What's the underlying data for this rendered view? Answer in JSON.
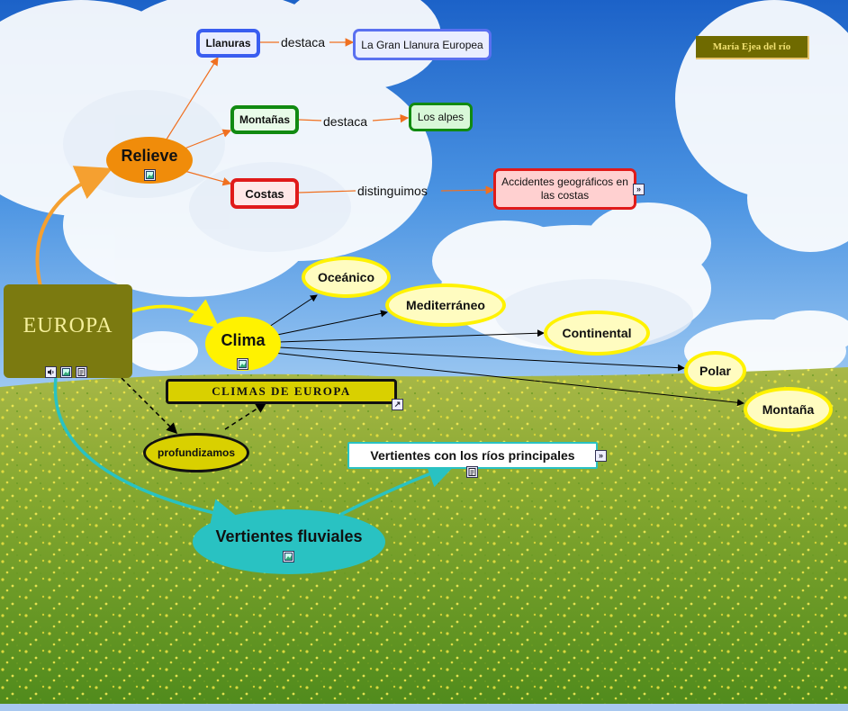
{
  "author": "María Ejea del río",
  "nodes": {
    "europa": "EUROPA",
    "relieve": "Relieve",
    "llanuras": "Llanuras",
    "montanas": "Montañas",
    "costas": "Costas",
    "gran_llanura": "La Gran Llanura Europea",
    "alpes": "Los alpes",
    "accidentes": "Accidentes geográficos en las costas",
    "clima": "Clima",
    "oceanico": "Oceánico",
    "mediterraneo": "Mediterráneo",
    "continental": "Continental",
    "polar": "Polar",
    "montana": "Montaña",
    "climas_europa": "CLIMAS DE EUROPA",
    "profundizamos": "profundizamos",
    "vertientes_fluviales": "Vertientes fluviales",
    "vertientes_rios": "Vertientes con los ríos principales"
  },
  "linking_phrases": {
    "destaca_1": "destaca",
    "destaca_2": "destaca",
    "distinguimos": "distinguimos"
  },
  "colors": {
    "europa": "#7b7a10",
    "relieve": "#f08c0a",
    "llanuras_border": "#3a5df0",
    "montanas_border": "#118a11",
    "costas_border": "#e01a1a",
    "clima": "#fff200",
    "vertientes": "#29c2c2",
    "arrow_orange": "#f07020"
  },
  "icons": {
    "image": "image-icon",
    "audio": "audio-icon",
    "document": "document-icon",
    "link": "external-link-icon",
    "expand": "expand-icon"
  }
}
